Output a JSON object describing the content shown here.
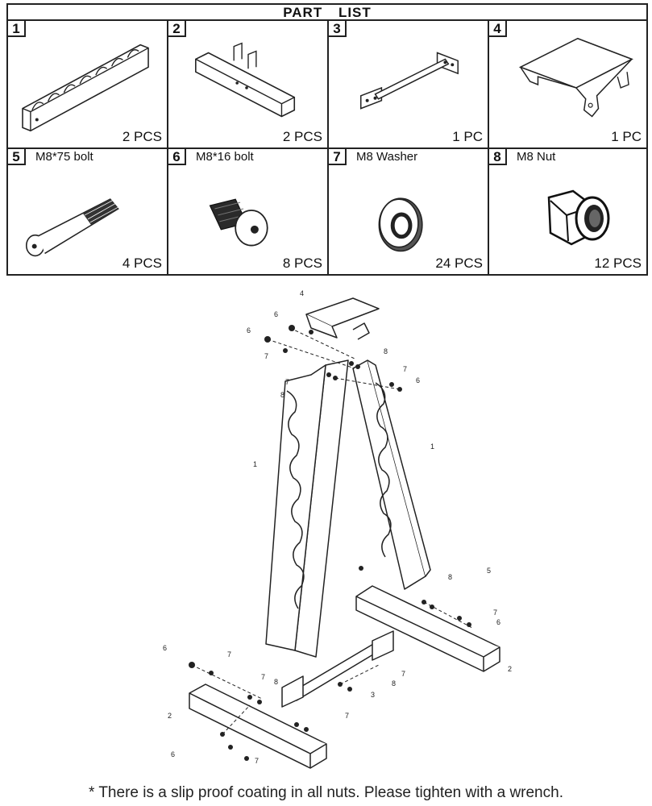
{
  "table": {
    "title": "PART LIST"
  },
  "parts": [
    {
      "num": "1",
      "name": "",
      "qty": "2 PCS",
      "icon": "wave-rail-icon"
    },
    {
      "num": "2",
      "name": "",
      "qty": "2 PCS",
      "icon": "base-tube-icon"
    },
    {
      "num": "3",
      "name": "",
      "qty": "1 PC",
      "icon": "cross-bar-icon"
    },
    {
      "num": "4",
      "name": "",
      "qty": "1 PC",
      "icon": "top-cap-icon"
    },
    {
      "num": "5",
      "name": "M8*75 bolt",
      "qty": "4 PCS",
      "icon": "long-bolt-icon"
    },
    {
      "num": "6",
      "name": "M8*16 bolt",
      "qty": "8 PCS",
      "icon": "short-bolt-icon"
    },
    {
      "num": "7",
      "name": "M8 Washer",
      "qty": "24 PCS",
      "icon": "washer-icon"
    },
    {
      "num": "8",
      "name": "M8 Nut",
      "qty": "12 PCS",
      "icon": "nut-icon"
    }
  ],
  "diagram": {
    "callouts": [
      "4",
      "6",
      "6",
      "7",
      "8",
      "7",
      "8",
      "7",
      "6",
      "1",
      "1",
      "8",
      "5",
      "7",
      "6",
      "2",
      "6",
      "7",
      "7",
      "8",
      "3",
      "8",
      "7",
      "7",
      "2",
      "6",
      "7"
    ]
  },
  "footnote": "* There is a slip proof coating in all nuts. Please tighten with a wrench."
}
